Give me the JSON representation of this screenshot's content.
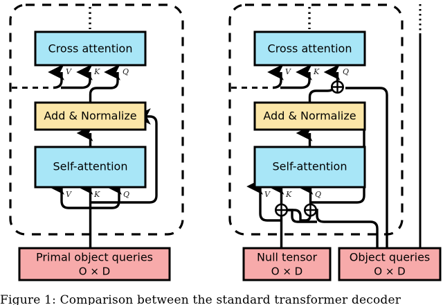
{
  "figure": {
    "caption": "Figure 1:  Comparison between the standard transformer decoder",
    "colors": {
      "attention_fill": "#a8e6f7",
      "norm_fill": "#fbe6a8",
      "query_fill": "#f7aaaa",
      "stroke": "#000000",
      "background": "#ffffff"
    }
  },
  "panels": [
    {
      "id": "left-panel",
      "name": "standard-decoder-panel",
      "blocks": [
        {
          "id": "cross-attention",
          "label": "Cross attention",
          "fill": "attention_fill"
        },
        {
          "id": "add-normalize",
          "label": "Add & Normalize",
          "fill": "norm_fill"
        },
        {
          "id": "self-attention",
          "label": "Self-attention",
          "fill": "attention_fill"
        }
      ],
      "input": {
        "id": "primal-object-queries",
        "label": "Primal object queries",
        "shape": "O × D",
        "fill": "query_fill"
      },
      "qkv_cross": [
        "V",
        "K",
        "Q"
      ],
      "qkv_self": [
        "V",
        "K",
        "Q"
      ]
    },
    {
      "id": "right-panel",
      "name": "proposed-decoder-panel",
      "blocks": [
        {
          "id": "cross-attention",
          "label": "Cross attention",
          "fill": "attention_fill"
        },
        {
          "id": "add-normalize",
          "label": "Add & Normalize",
          "fill": "norm_fill"
        },
        {
          "id": "self-attention",
          "label": "Self-attention",
          "fill": "attention_fill"
        }
      ],
      "inputs": [
        {
          "id": "null-tensor",
          "label": "Null tensor",
          "shape": "O × D",
          "fill": "query_fill"
        },
        {
          "id": "object-queries",
          "label": "Object queries",
          "shape": "O × D",
          "fill": "query_fill"
        }
      ],
      "qkv_cross": [
        "V",
        "K",
        "Q"
      ],
      "qkv_self": [
        "V",
        "K",
        "Q"
      ],
      "adders": [
        {
          "id": "adder-cross-q",
          "symbol": "⊕"
        },
        {
          "id": "adder-self-k",
          "symbol": "⊕"
        },
        {
          "id": "adder-self-q",
          "symbol": "⊕"
        }
      ]
    }
  ]
}
